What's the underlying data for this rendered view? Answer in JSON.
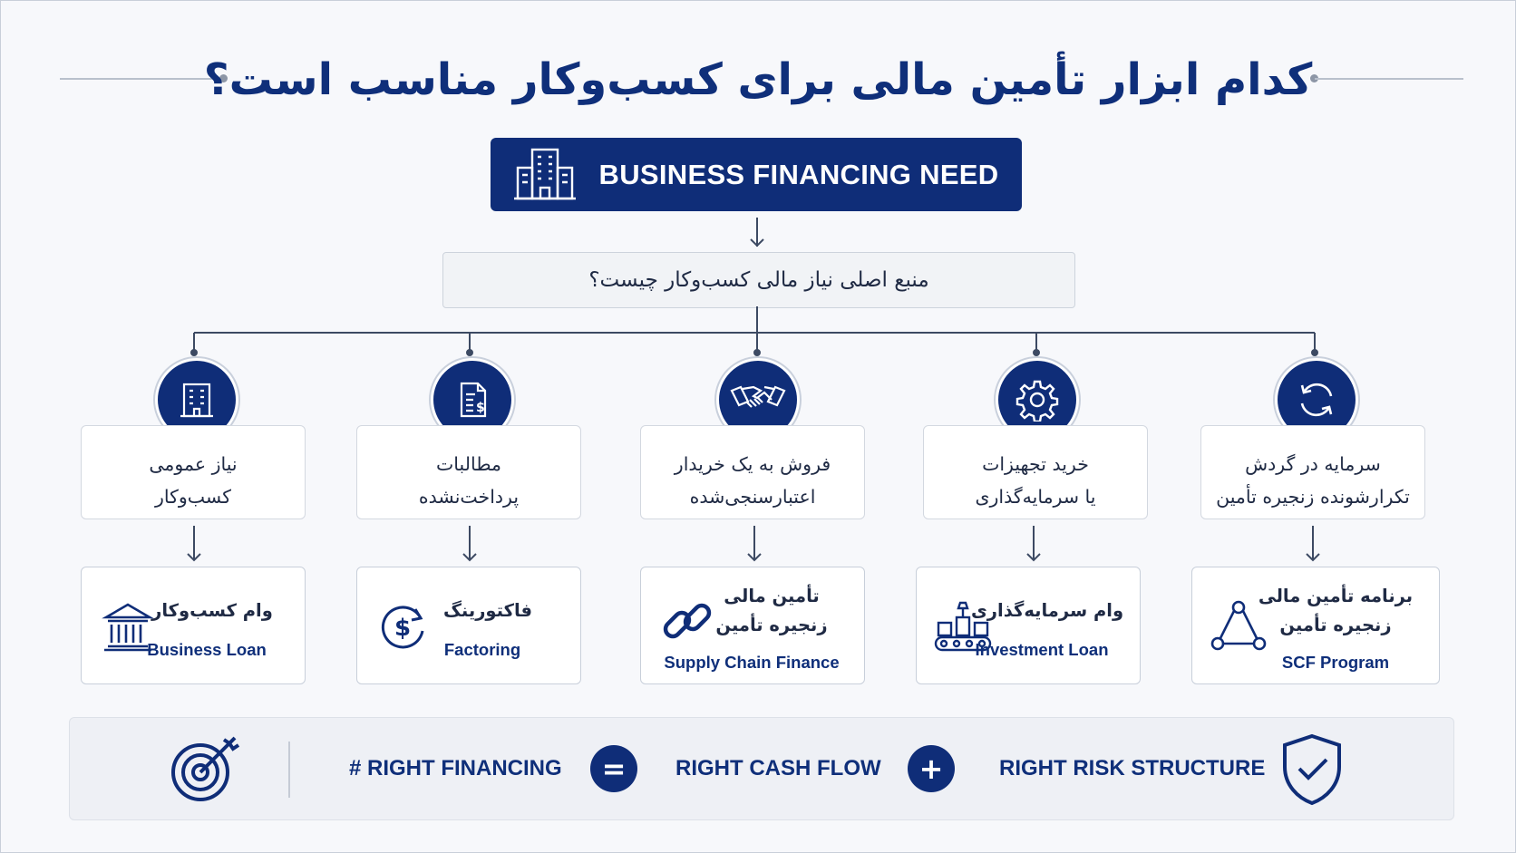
{
  "title": "کدام ابزار تأمین مالی برای کسب‌وکار مناسب است؟",
  "root": {
    "label": "BUSINESS FINANCING NEED",
    "icon": "office-building-icon"
  },
  "question": "منبع اصلی نیاز مالی کسب‌وکار چیست؟",
  "branches": [
    {
      "situation_line1": "سرمایه در گردش",
      "situation_line2": "تکرارشونده زنجیره تأمین",
      "situation_icon": "refresh-cycle-icon",
      "tool_fa_line1": "برنامه تأمین مالی",
      "tool_fa_line2": "زنجیره تأمین",
      "tool_en": "SCF Program",
      "tool_icon": "network-nodes-icon"
    },
    {
      "situation_line1": "خرید تجهیزات",
      "situation_line2": "یا سرمایه‌گذاری",
      "situation_icon": "gear-icon",
      "tool_fa_line1": "وام سرمایه‌گذاری",
      "tool_fa_line2": "",
      "tool_en": "Investment Loan",
      "tool_icon": "conveyor-machine-icon"
    },
    {
      "situation_line1": "فروش به یک خریدار",
      "situation_line2": "اعتبارسنجی‌شده",
      "situation_icon": "handshake-icon",
      "tool_fa_line1": "تأمین مالی",
      "tool_fa_line2": "زنجیره تأمین",
      "tool_en": "Supply Chain Finance",
      "tool_icon": "chain-link-icon"
    },
    {
      "situation_line1": "مطالبات",
      "situation_line2": "پرداخت‌نشده",
      "situation_icon": "invoice-dollar-icon",
      "tool_fa_line1": "فاکتورینگ",
      "tool_fa_line2": "",
      "tool_en": "Factoring",
      "tool_icon": "dollar-cycle-icon"
    },
    {
      "situation_line1": "نیاز عمومی",
      "situation_line2": "کسب‌وکار",
      "situation_icon": "building-icon",
      "tool_fa_line1": "وام کسب‌وکار",
      "tool_fa_line2": "",
      "tool_en": "Business Loan",
      "tool_icon": "bank-icon"
    }
  ],
  "bottom": {
    "icon_left": "target-icon",
    "term1": "# RIGHT FINANCING",
    "op1": "=",
    "term2": "RIGHT CASH FLOW",
    "op2": "+",
    "term3": "RIGHT RISK STRUCTURE",
    "icon_right": "shield-check-icon"
  },
  "colors": {
    "primary": "#0f2d78",
    "title": "#0f2f7a",
    "line": "#3d4a63",
    "border": "#c8cfda"
  }
}
